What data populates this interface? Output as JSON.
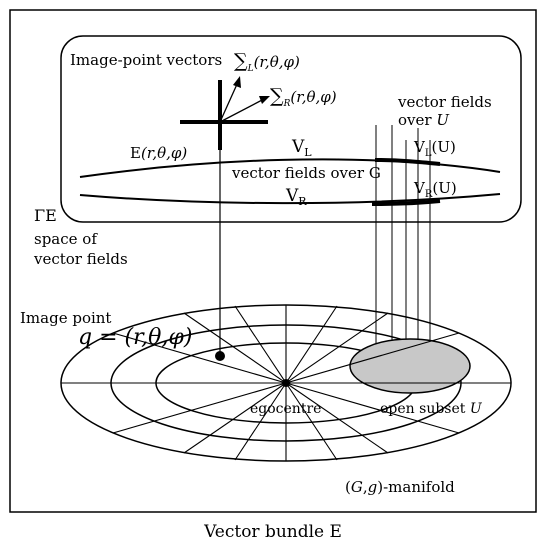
{
  "diagram": {
    "caption": "Vector bundle E",
    "top_panel": {
      "heading": "Image-point vectors",
      "sigma_symbol": "∑",
      "sigma_L_sub": "L",
      "sigma_R_sub": "R",
      "args": "(r,θ,φ)",
      "image_point_func": "E",
      "VL": "V",
      "VL_sub": "L",
      "VR": "V",
      "VR_sub": "R",
      "vector_fields_over_G": "vector fields over G",
      "vector_fields_over_U_line1": "vector fields",
      "vector_fields_over_U_line2_prefix": "over",
      "U": "U",
      "VLU_suffix": "(U)",
      "VRU_suffix": "(U)"
    },
    "gamma_label": "ΓE",
    "space_line1": "space of",
    "space_line2": "vector fields",
    "image_point_label": "Image point",
    "q_equals": "q = (r,θ,φ)",
    "egocentre": "egocentre",
    "open_subset": "open subset",
    "manifold_paren_open": "(",
    "manifold_G": "G",
    "manifold_comma": ",",
    "manifold_g": "g",
    "manifold_suffix": ")-manifold"
  }
}
